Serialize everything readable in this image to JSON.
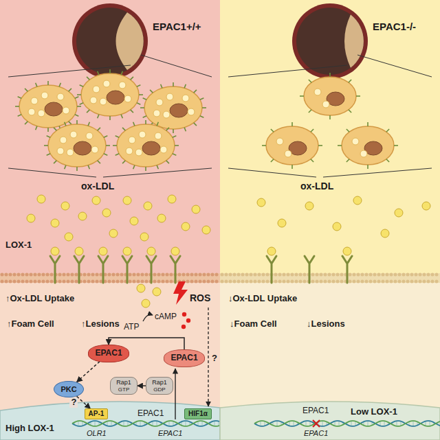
{
  "diagram": {
    "nodes": [
      {
        "text": [
          "EPAC1"
        ]
      },
      {
        "text": [
          "EPAC1"
        ]
      },
      {
        "text": [
          "PKC"
        ]
      },
      {
        "text": [
          "AP-1"
        ]
      },
      {
        "text": [
          "HIF1α"
        ]
      },
      {
        "text": [
          "Rap1",
          "GTP"
        ]
      },
      {
        "text": [
          "Rap1",
          "GDP"
        ]
      }
    ],
    "edges": [
      {
        "from": 0,
        "to": 2,
        "arrow": "to"
      },
      {
        "from": 2,
        "to": 3,
        "label": "?",
        "arrow": "to"
      },
      {
        "from": 1,
        "to": 0,
        "arrow": "to"
      },
      {
        "from": 6,
        "to": 5,
        "arrow": "to"
      }
    ],
    "labels": [
      "EPAC1+/+",
      "EPAC1-/-",
      "ox-LDL",
      "ox-LDL",
      "LOX-1",
      "↑Ox-LDL Uptake",
      "↑Foam Cell",
      "↑Lesions",
      "ATP",
      "cAMP",
      "ROS",
      "?",
      "High LOX-1",
      "OLR1",
      "EPAC1",
      "EPAC1",
      "↓Ox-LDL Uptake",
      "↓Foam Cell",
      "↓Lesions",
      "EPAC1",
      "Low LOX-1",
      "EPAC1"
    ]
  }
}
